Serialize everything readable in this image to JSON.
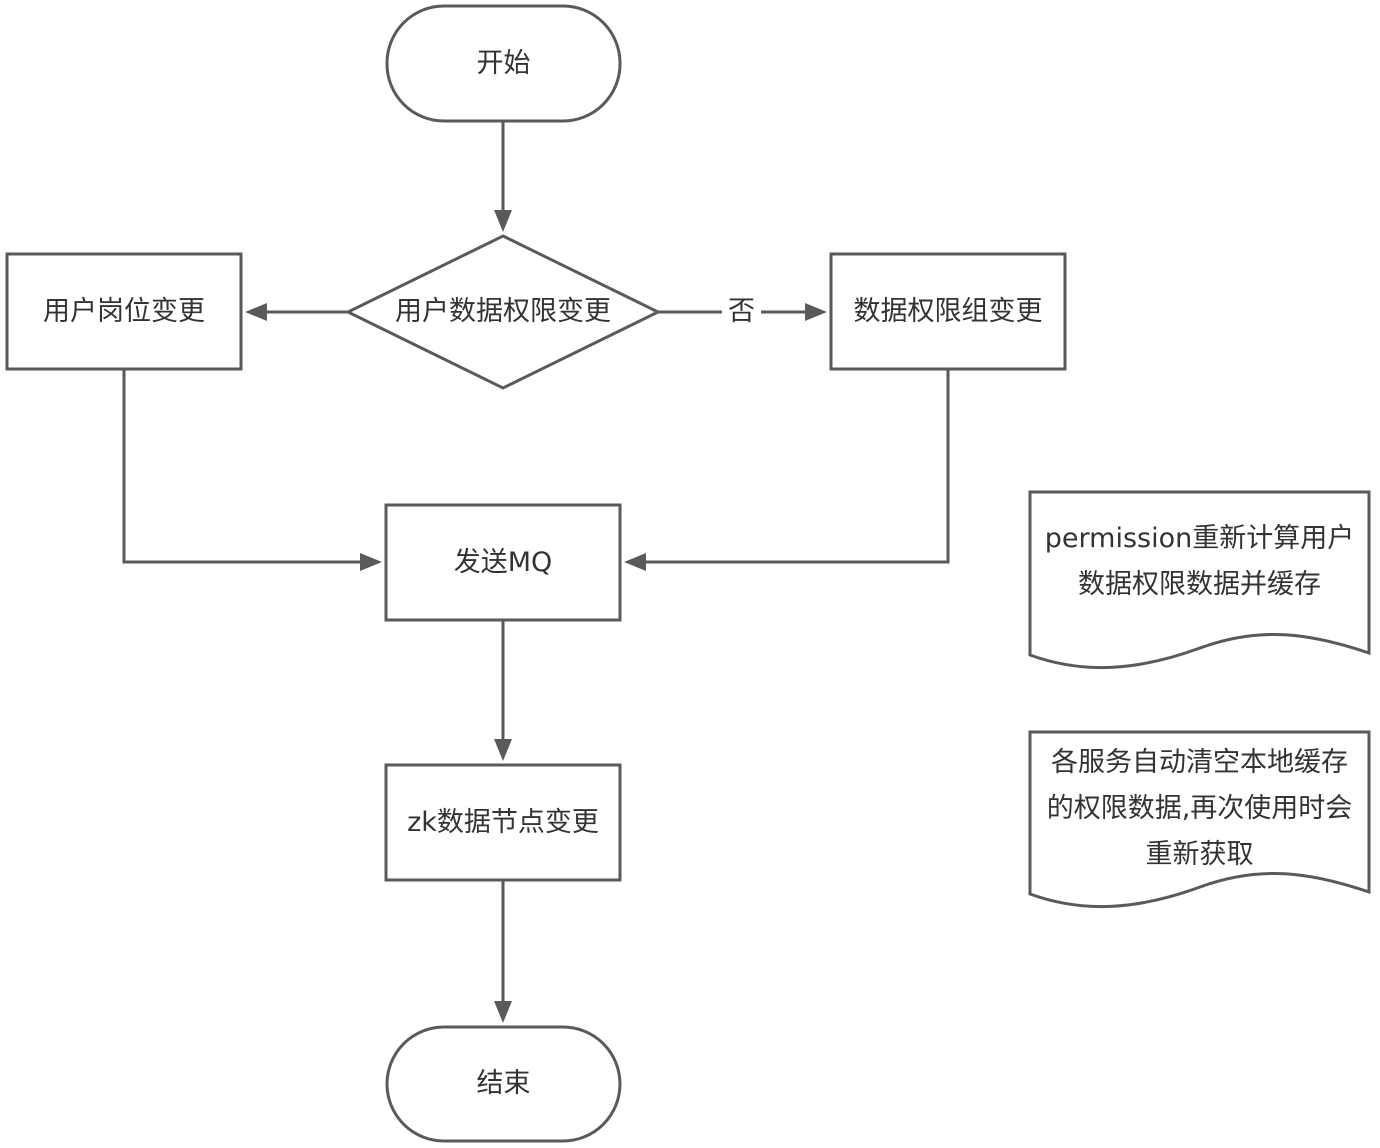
{
  "nodes": {
    "start": "开始",
    "decision": "用户数据权限变更",
    "position_change": "用户岗位变更",
    "group_change": "数据权限组变更",
    "send_mq": "发送MQ",
    "zk_change": "zk数据节点变更",
    "end": "结束"
  },
  "edges": {
    "decision_to_group": "否"
  },
  "notes": {
    "recalc": "permission重新计算用户\n数据权限数据并缓存",
    "clear_cache": "各服务自动清空本地缓存\n的权限数据,再次使用时会\n重新获取"
  },
  "colors": {
    "stroke": "#5a5a5a",
    "fill": "#ffffff",
    "text": "#333333"
  }
}
